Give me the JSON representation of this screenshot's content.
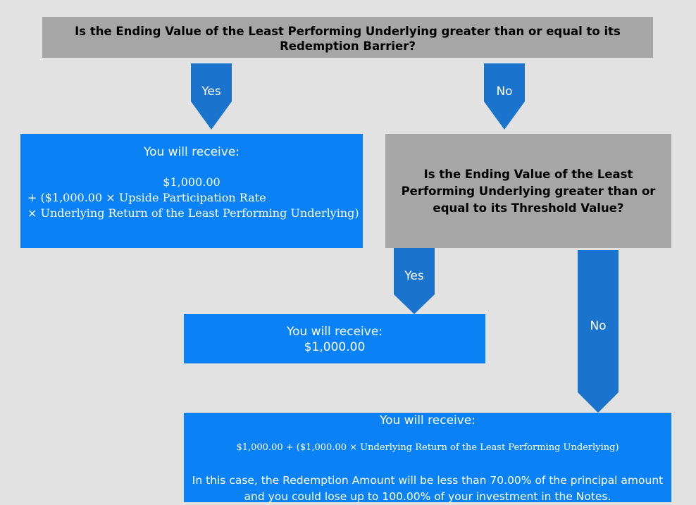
{
  "top_question": "Is the Ending Value of the Least Performing Underlying greater than or equal to its Redemption Barrier?",
  "yes_label_1": "Yes",
  "no_label_1": "No",
  "outcome_upside": {
    "heading": "You will receive:",
    "line1": "$1,000.00",
    "line2": "+ ($1,000.00 × Upside Participation Rate",
    "line3": "× Underlying Return of the Least Performing Underlying)"
  },
  "second_question": "Is the Ending Value of the Least Performing Underlying greater than or equal to its Threshold Value?",
  "yes_label_2": "Yes",
  "no_label_2": "No",
  "outcome_par": {
    "heading": "You will receive:",
    "amount": "$1,000.00"
  },
  "outcome_loss": {
    "heading": "You will receive:",
    "formula": "$1,000.00 + ($1,000.00 × Underlying Return of the Least Performing Underlying)",
    "note": "In this case, the Redemption Amount will be less than 70.00% of the principal amount and you could lose up to 100.00% of your investment in the Notes."
  },
  "colors": {
    "blue": "#0a82f5",
    "arrow": "#1a73cc",
    "gray": "#a6a6a6",
    "background": "#e2e2e2"
  }
}
